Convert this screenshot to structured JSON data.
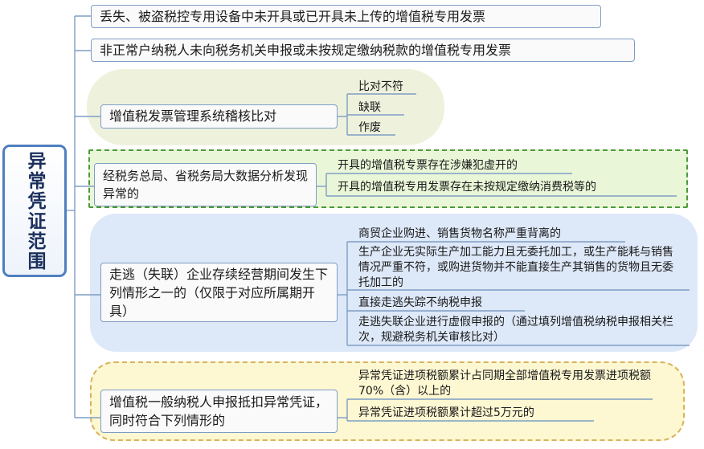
{
  "title": "异常凭证范围",
  "branches": [
    {
      "label": "丢失、被盗税控专用设备中未开具或已开具未上传的增值税专用发票",
      "items": []
    },
    {
      "label": "非正常户纳税人未向税务机关申报或未按规定缴纳税款的增值税专用发票",
      "items": []
    },
    {
      "label": "增值税发票管理系统稽核比对",
      "items": [
        "比对不符",
        "缺联",
        "作废"
      ]
    },
    {
      "label": "经税务总局、省税务局大数据分析发现异常的",
      "items": [
        "开具的增值税专票存在涉嫌犯虚开的",
        "开具的增值税专用发票存在未按规定缴纳消费税等的"
      ]
    },
    {
      "label": "走逃（失联）企业存续经营期间发生下列情形之一的（仅限于对应所属期开具）",
      "items": [
        "商贸企业购进、销售货物名称严重背离的",
        "生产企业无实际生产加工能力且无委托加工，或生产能耗与销售情况严重不符，或购进货物并不能直接生产其销售的货物且无委托加工的",
        "直接走逃失踪不纳税申报",
        "走逃失联企业进行虚假申报的（通过填列增值税纳税申报相关栏次，规避税务机关审核比对）"
      ]
    },
    {
      "label": "增值税一般纳税人申报抵扣异常凭证，同时符合下列情形的",
      "items": [
        "异常凭证进项税额累计占同期全部增值税专用发票进项税额70%（含）以上的",
        "异常凭证进项税额累计超过5万元的"
      ]
    }
  ],
  "colors": {
    "line": "#7f9dc4",
    "root_border": "#4f7fbf",
    "green_cloud": "#eef2dc",
    "green_band": "#eaf6d8",
    "green_dash": "#4c9a3c",
    "blue_band": "#dde8f8",
    "yellow_band": "#fdf7d2",
    "yellow_dash": "#d7b35b"
  }
}
